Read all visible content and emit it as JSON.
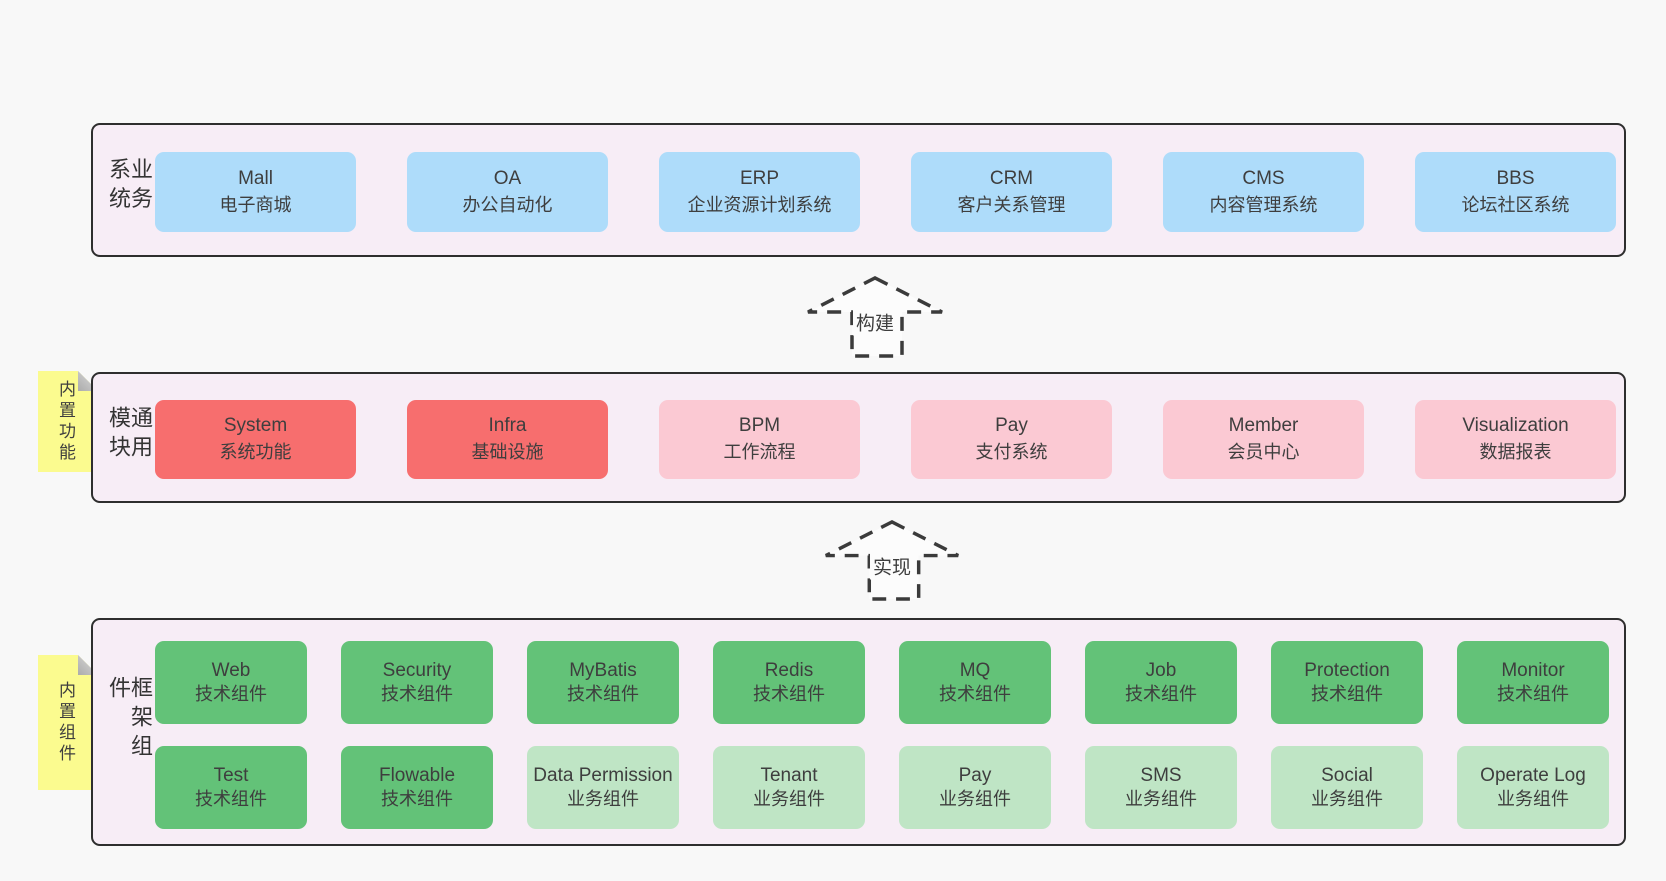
{
  "colors": {
    "page_bg": "#f8f8f8",
    "container_bg": "#f7edf6",
    "container_border": "#2e2e2e",
    "box_blue": "#aedcfa",
    "box_red": "#f76e6e",
    "box_pink": "#fbc9d3",
    "box_green": "#63c278",
    "box_light_green": "#bfe5c5",
    "note_yellow": "#fbfb8f",
    "note_fold_gray": "#c6c6c6",
    "text": "#3e3e3e"
  },
  "sections": {
    "business": {
      "label": "业务系统",
      "boxes": [
        {
          "title": "Mall",
          "subtitle": "电子商城"
        },
        {
          "title": "OA",
          "subtitle": "办公自动化"
        },
        {
          "title": "ERP",
          "subtitle": "企业资源计划系统"
        },
        {
          "title": "CRM",
          "subtitle": "客户关系管理"
        },
        {
          "title": "CMS",
          "subtitle": "内容管理系统"
        },
        {
          "title": "BBS",
          "subtitle": "论坛社区系统"
        }
      ]
    },
    "modules": {
      "label": "通用模块",
      "note": "内置功能",
      "boxes": [
        {
          "title": "System",
          "subtitle": "系统功能",
          "variant": "red"
        },
        {
          "title": "Infra",
          "subtitle": "基础设施",
          "variant": "red"
        },
        {
          "title": "BPM",
          "subtitle": "工作流程",
          "variant": "pink"
        },
        {
          "title": "Pay",
          "subtitle": "支付系统",
          "variant": "pink"
        },
        {
          "title": "Member",
          "subtitle": "会员中心",
          "variant": "pink"
        },
        {
          "title": "Visualization",
          "subtitle": "数据报表",
          "variant": "pink"
        }
      ]
    },
    "components": {
      "label": "框架组件",
      "note": "内置组件",
      "rows": [
        [
          {
            "title": "Web",
            "subtitle": "技术组件",
            "variant": "green"
          },
          {
            "title": "Security",
            "subtitle": "技术组件",
            "variant": "green"
          },
          {
            "title": "MyBatis",
            "subtitle": "技术组件",
            "variant": "green"
          },
          {
            "title": "Redis",
            "subtitle": "技术组件",
            "variant": "green"
          },
          {
            "title": "MQ",
            "subtitle": "技术组件",
            "variant": "green"
          },
          {
            "title": "Job",
            "subtitle": "技术组件",
            "variant": "green"
          },
          {
            "title": "Protection",
            "subtitle": "技术组件",
            "variant": "green"
          },
          {
            "title": "Monitor",
            "subtitle": "技术组件",
            "variant": "green"
          }
        ],
        [
          {
            "title": "Test",
            "subtitle": "技术组件",
            "variant": "green"
          },
          {
            "title": "Flowable",
            "subtitle": "技术组件",
            "variant": "green"
          },
          {
            "title": "Data Permission",
            "subtitle": "业务组件",
            "variant": "light-green"
          },
          {
            "title": "Tenant",
            "subtitle": "业务组件",
            "variant": "light-green"
          },
          {
            "title": "Pay",
            "subtitle": "业务组件",
            "variant": "light-green"
          },
          {
            "title": "SMS",
            "subtitle": "业务组件",
            "variant": "light-green"
          },
          {
            "title": "Social",
            "subtitle": "业务组件",
            "variant": "light-green"
          },
          {
            "title": "Operate Log",
            "subtitle": "业务组件",
            "variant": "light-green"
          }
        ]
      ]
    }
  },
  "arrows": [
    {
      "label": "构建"
    },
    {
      "label": "实现"
    }
  ]
}
